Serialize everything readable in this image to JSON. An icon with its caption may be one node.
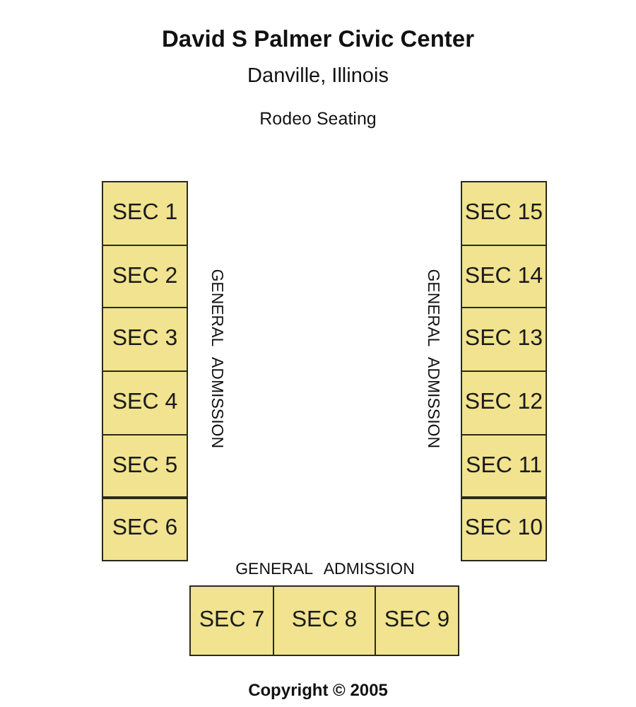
{
  "diagram": {
    "title": "David S Palmer Civic Center",
    "nodes": [
      {
        "text": [
          "SEC 1"
        ]
      },
      {
        "text": [
          "SEC 2"
        ]
      },
      {
        "text": [
          "SEC 3"
        ]
      },
      {
        "text": [
          "SEC 4"
        ]
      },
      {
        "text": [
          "SEC 5"
        ]
      },
      {
        "text": [
          "SEC 6"
        ]
      },
      {
        "text": [
          "SEC 7"
        ]
      },
      {
        "text": [
          "SEC 8"
        ]
      },
      {
        "text": [
          "SEC 9"
        ]
      },
      {
        "text": [
          "SEC 10"
        ]
      },
      {
        "text": [
          "SEC 11"
        ]
      },
      {
        "text": [
          "SEC 12"
        ]
      },
      {
        "text": [
          "SEC 13"
        ]
      },
      {
        "text": [
          "SEC 14"
        ]
      },
      {
        "text": [
          "SEC 15"
        ]
      }
    ],
    "edges": [],
    "labels": [
      "Danville, Illinois",
      "Rodeo Seating",
      "GENERAL ADMISSION",
      "GENERAL ADMISSION",
      "GENERAL ADMISSION",
      "Copyright © 2005"
    ]
  }
}
